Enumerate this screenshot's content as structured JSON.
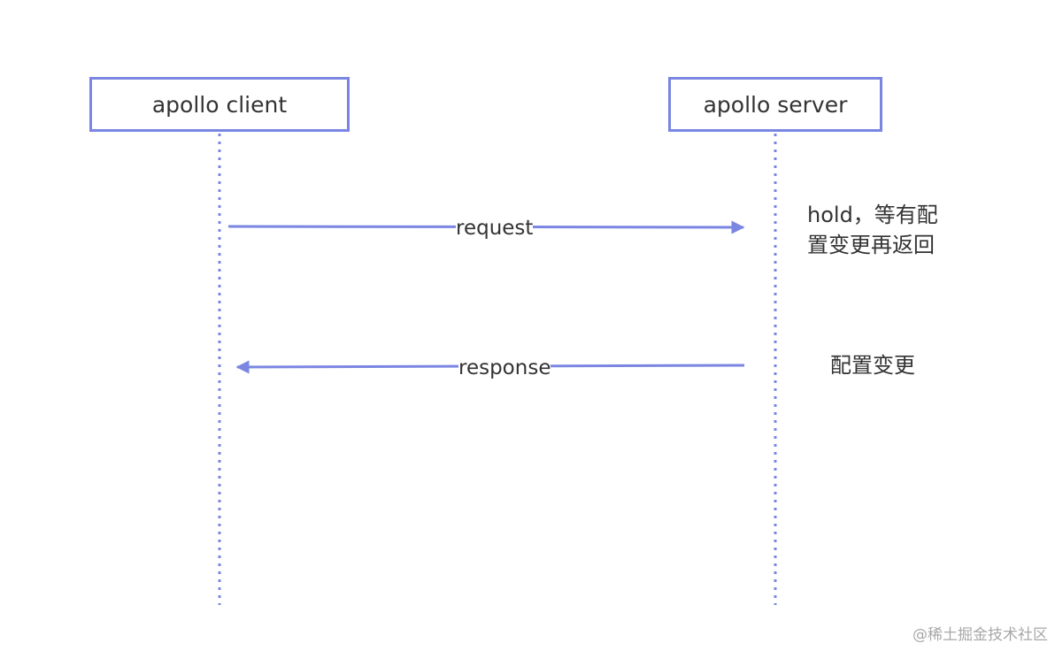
{
  "participants": {
    "client": "apollo client",
    "server": "apollo server"
  },
  "messages": {
    "request": "request",
    "response": "response"
  },
  "notes": {
    "hold": "hold，等有配置变更再返回",
    "change": "配置变更"
  },
  "watermark": "@稀土掘金技术社区",
  "colors": {
    "accent": "#7b86e2",
    "text": "#333333",
    "background": "#ffffff"
  }
}
